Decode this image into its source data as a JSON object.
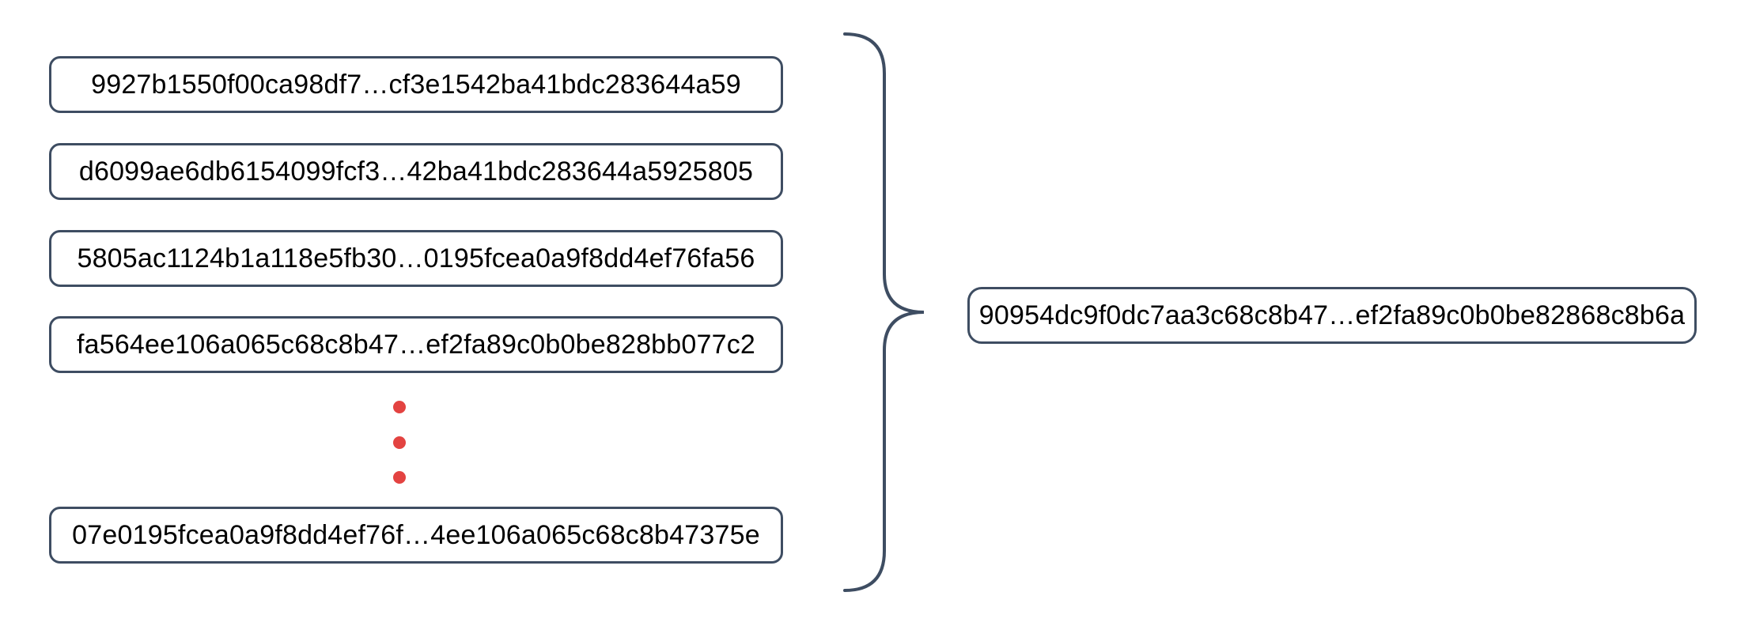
{
  "diagram": {
    "description": "hash-chain aggregation diagram",
    "input_blocks": [
      "9927b1550f00ca98df7…cf3e1542ba41bdc283644a59",
      "d6099ae6db6154099fcf3…42ba41bdc283644a5925805",
      "5805ac1124b1a118e5fb30…0195fcea0a9f8dd4ef76fa56",
      "fa564ee106a065c68c8b47…ef2fa89c0b0be828bb077c2",
      "07e0195fcea0a9f8dd4ef76f…4ee106a065c68c8b47375e"
    ],
    "ellipsis_dot_count": 3,
    "output_block": "90954dc9f0dc7aa3c68c8b47…ef2fa89c0b0be82868c8b6a"
  },
  "colors": {
    "stroke": "#3e4d62",
    "dot": "#e34341",
    "text": "#000000",
    "bg": "#ffffff"
  }
}
